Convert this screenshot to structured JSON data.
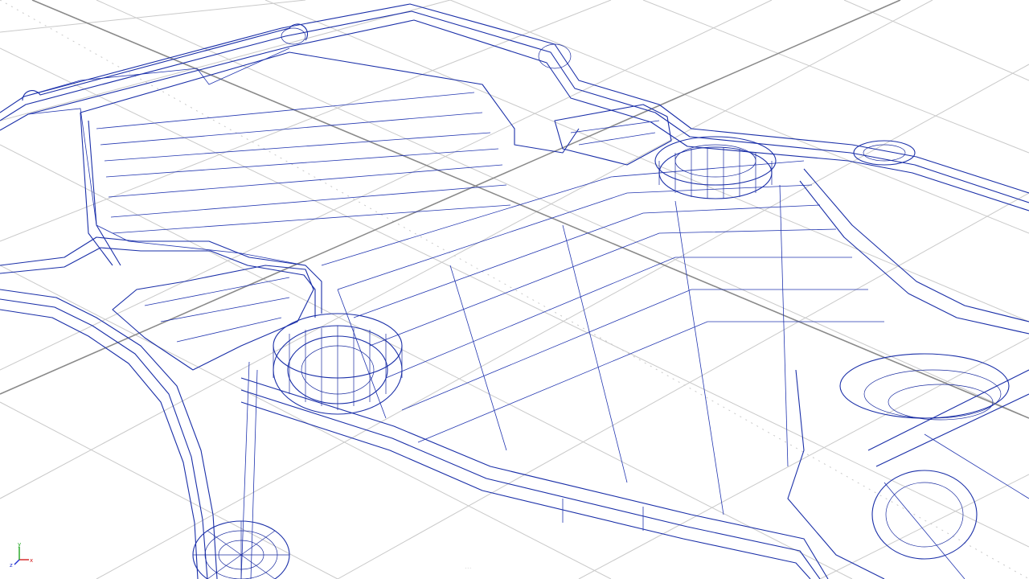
{
  "viewport": {
    "mode": "wireframe",
    "background": "#ffffff",
    "wire_color": "#1a2fa8",
    "grid_minor_color": "#c9c9c9",
    "grid_major_color": "#8a8a8a"
  },
  "axis_gizmo": {
    "x_label": "x",
    "y_label": "y",
    "z_label": "z",
    "x_color": "#d42020",
    "y_color": "#1fa61f",
    "z_color": "#2030d0"
  },
  "status": {
    "text": "..."
  }
}
